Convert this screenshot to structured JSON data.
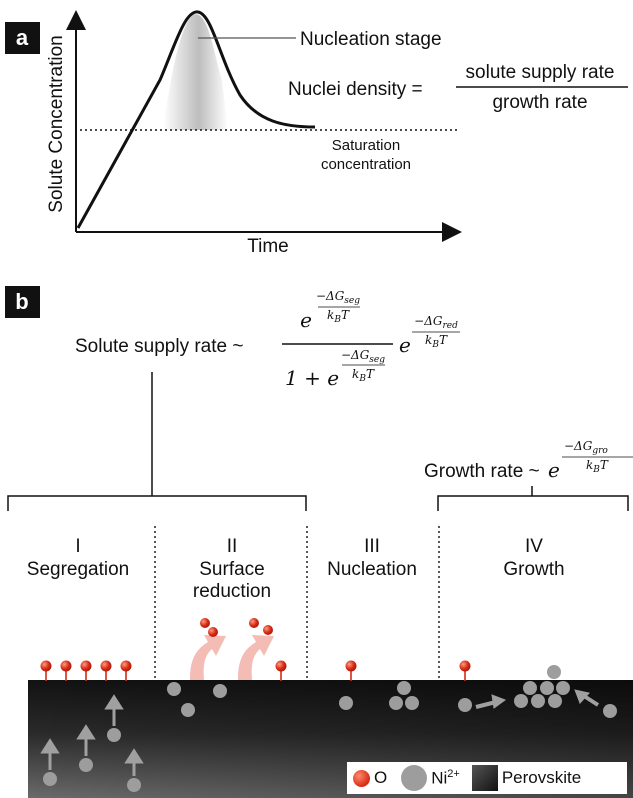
{
  "panel_a": {
    "label": "a",
    "y_axis_label": "Solute Concentration",
    "x_axis_label": "Time",
    "stage_label": "Nucleation stage",
    "saturation_label_line1": "Saturation",
    "saturation_label_line2": "concentration",
    "equation_lhs": "Nuclei density =",
    "equation_numerator": "solute supply rate",
    "equation_denominator": "growth rate"
  },
  "panel_b": {
    "label": "b",
    "supply_rate_text": "Solute supply rate ~",
    "growth_rate_text": "Growth rate ~",
    "stages": [
      {
        "numeral": "I",
        "name_line1": "Segregation",
        "name_line2": ""
      },
      {
        "numeral": "II",
        "name_line1": "Surface",
        "name_line2": "reduction"
      },
      {
        "numeral": "III",
        "name_line1": "Nucleation",
        "name_line2": ""
      },
      {
        "numeral": "IV",
        "name_line1": "Growth",
        "name_line2": ""
      }
    ],
    "legend": {
      "oxygen": "O",
      "nickel": "Ni",
      "nickel_charge": "2+",
      "perovskite": "Perovskite"
    },
    "colors": {
      "oxygen": "#d62a16",
      "nickel": "#9d9d9d",
      "arrow_up": "#a0a0a0",
      "desorption_arrow": "#f2b6ad"
    }
  }
}
